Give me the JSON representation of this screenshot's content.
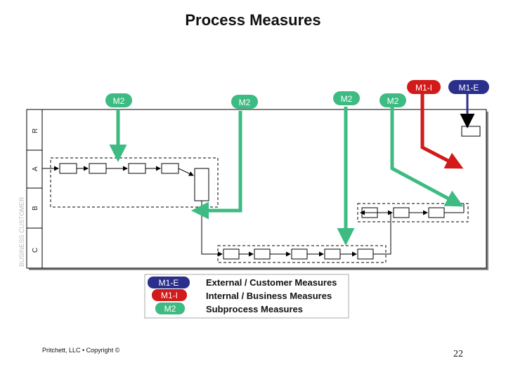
{
  "title": "Process Measures",
  "lanes": [
    "R",
    "A",
    "B",
    "C"
  ],
  "side_label": "BUSINESS  CUSTOMER",
  "badges": {
    "m2_a": "M2",
    "m2_b": "M2",
    "m2_c": "M2",
    "m2_d": "M2",
    "m1_i": "M1-I",
    "m1_e": "M1-E"
  },
  "legend": [
    {
      "code": "M1-E",
      "text": "External / Customer Measures",
      "color": "#2b2f8c"
    },
    {
      "code": "M1-I",
      "text": "Internal / Business Measures",
      "color": "#d21a1a"
    },
    {
      "code": "M2",
      "text": "Subprocess Measures",
      "color": "#3dbb82"
    }
  ],
  "colors": {
    "green_arrow": "#3dbb82",
    "red_arrow": "#d21a1a",
    "blue_arrow": "#2b2f8c"
  },
  "footer": "Pritchett, LLC • Copyright ©",
  "page_number": "22"
}
